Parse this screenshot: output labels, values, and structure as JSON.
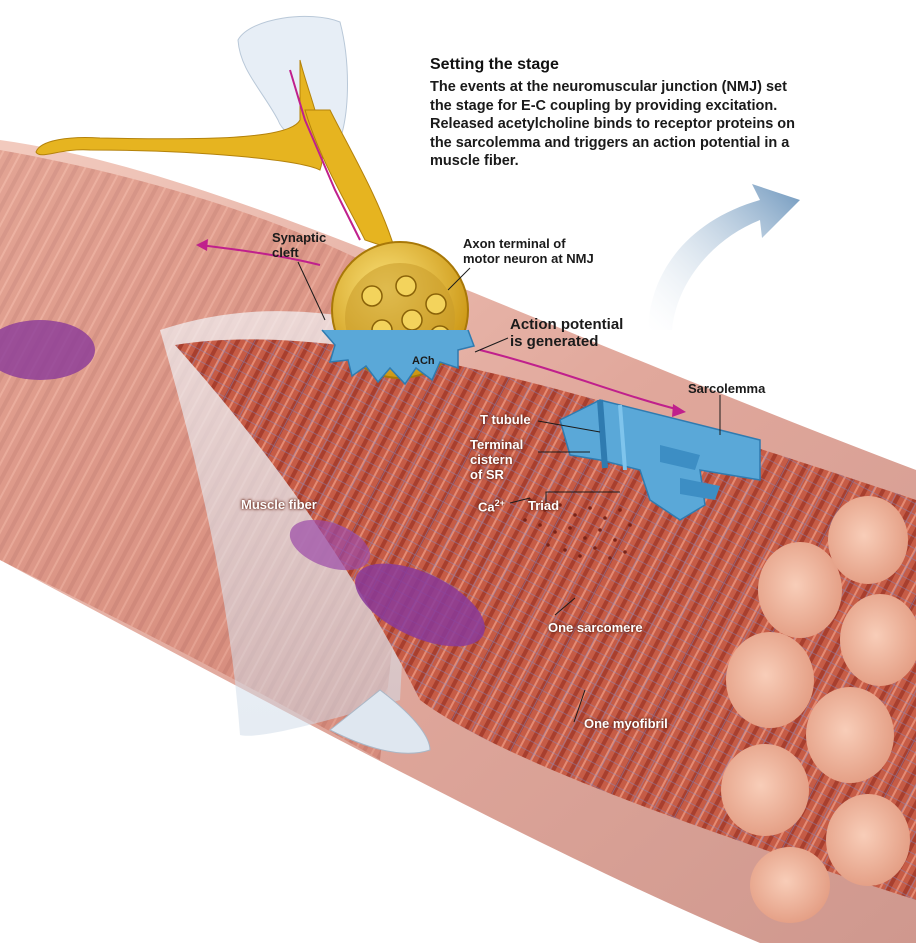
{
  "caption": {
    "title": "Setting the stage",
    "body": "The events at the neuromuscular junction (NMJ) set the stage for E-C coupling by providing excitation. Released acetylcholine binds to receptor proteins on the sarcolemma and triggers an action potential in a muscle fiber."
  },
  "labels": {
    "synaptic_cleft": [
      "Synaptic",
      "cleft"
    ],
    "axon_terminal": [
      "Axon terminal of",
      "motor neuron at NMJ"
    ],
    "action_potential": [
      "Action potential",
      "is generated"
    ],
    "ach": "ACh",
    "sarcolemma": "Sarcolemma",
    "t_tubule": "T tubule",
    "terminal_cistern": [
      "Terminal",
      "cistern",
      "of SR"
    ],
    "ca_base": "Ca",
    "ca_sup": "2+",
    "triad": "Triad",
    "muscle_fiber": "Muscle fiber",
    "one_sarcomere": "One sarcomere",
    "one_myofibril": "One myofibril"
  },
  "colors": {
    "muscle": "#c8604a",
    "muscle_dark": "#9c3a2a",
    "muscle_light": "#f0b6a0",
    "neuron": "#e6b420",
    "neuron_dark": "#b4820a",
    "sarcolemma_blue": "#5aa8d8",
    "signal_arrow": "#c0208c",
    "nucleus": "#8a3a9a",
    "tube_glass": "#dfe9f2",
    "big_arrow": "#7a9ec0"
  }
}
